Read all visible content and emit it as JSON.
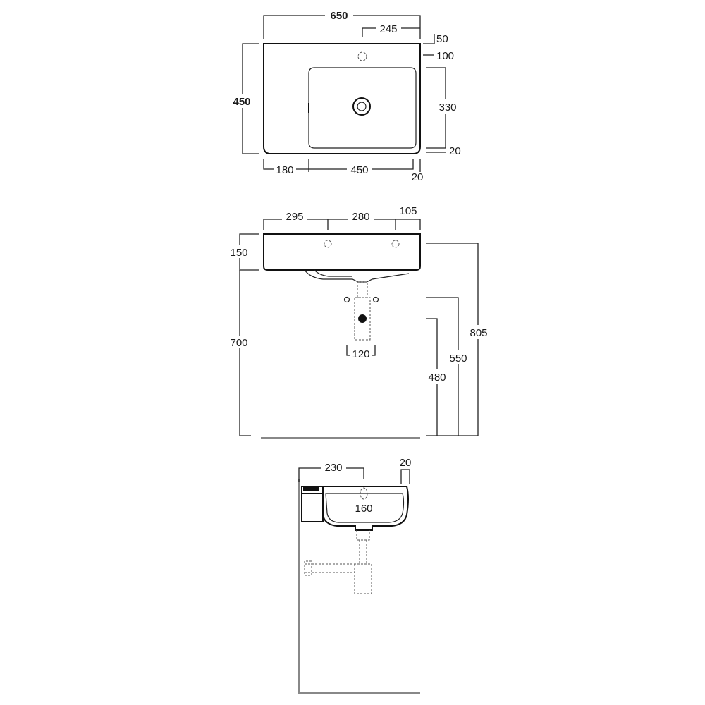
{
  "colors": {
    "line": "#111111",
    "hidden_line": "#555555",
    "floor_wall": "#888888",
    "background": "#ffffff"
  },
  "top_view": {
    "overall_width": "650",
    "tap_offset": "245",
    "depth": "450",
    "right_edge_offset": "50",
    "tap_hole_from_back": "100",
    "bowl_depth": "330",
    "front_rim": "20",
    "deck_width": "180",
    "bowl_width": "450",
    "side_rim": "20"
  },
  "front_view": {
    "left_to_bracket": "295",
    "bracket_spacing": "280",
    "bracket_to_right": "105",
    "basin_height": "150",
    "underside_height": "700",
    "trap_width": "120",
    "top_height": "805",
    "outlet_height": "550",
    "waste_height": "480"
  },
  "side_view": {
    "projection_to_tap": "230",
    "rim_thickness": "20",
    "bowl_depth": "160"
  }
}
